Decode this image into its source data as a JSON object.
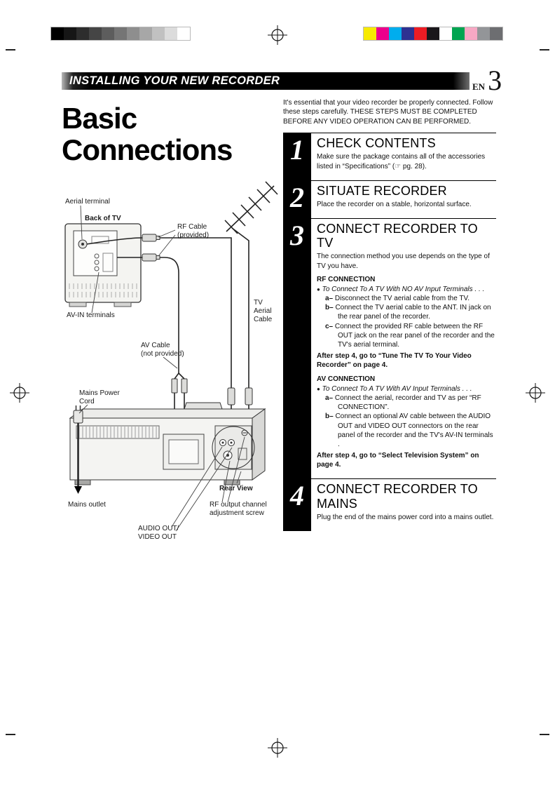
{
  "print_marks": {
    "grayscale": [
      "#000000",
      "#161616",
      "#2d2d2d",
      "#454545",
      "#5d5d5d",
      "#757575",
      "#8e8e8e",
      "#a7a7a7",
      "#c1c1c1",
      "#dcdcdc",
      "#ffffff"
    ],
    "color_bar": [
      "#f7ea00",
      "#ec008c",
      "#00adee",
      "#2e3192",
      "#ed1c24",
      "#1a171b",
      "#ffffff",
      "#00a551",
      "#f7a8c4",
      "#939598",
      "#6d6e71"
    ]
  },
  "header": {
    "title": "INSTALLING YOUR NEW RECORDER",
    "lang": "EN",
    "page": "3"
  },
  "doc": {
    "title_1": "Basic",
    "title_2": "Connections",
    "intro": "It's essential that your video recorder be properly connected. Follow these steps carefully. THESE STEPS MUST BE COMPLETED BEFORE ANY VIDEO OPERATION CAN BE PERFORMED."
  },
  "diagram": {
    "aerial_terminal": "Aerial terminal",
    "back_of_tv": "Back of TV",
    "rf_cable_1": "RF Cable",
    "rf_cable_2": "(provided)",
    "tv_aerial_1": "TV",
    "tv_aerial_2": "Aerial",
    "tv_aerial_3": "Cable",
    "av_in": "AV-IN terminals",
    "av_cable_1": "AV Cable",
    "av_cable_2": "(not provided)",
    "mains_power_1": "Mains Power",
    "mains_power_2": "Cord",
    "mains_outlet": "Mains outlet",
    "rear_view": "Rear View",
    "rf_screw_1": "RF output channel",
    "rf_screw_2": "adjustment screw",
    "audio_out_1": "AUDIO OUT/",
    "audio_out_2": "VIDEO OUT"
  },
  "ui": {
    "bullet": "●"
  },
  "steps": [
    {
      "num": "1",
      "heading": "CHECK CONTENTS",
      "body": "Make sure the package contains all of the accessories listed in “Specifications” (☞ pg. 28)."
    },
    {
      "num": "2",
      "heading": "SITUATE RECORDER",
      "body": "Place the recorder on a stable, horizontal surface."
    },
    {
      "num": "3",
      "heading": "CONNECT RECORDER TO TV",
      "body": "The connection method you use depends on the type of TV you have.",
      "rf_header": "RF CONNECTION",
      "rf_bullet": "To Connect To A TV With NO AV Input Terminals . . .",
      "rf_items": [
        {
          "p": "a–",
          "t": "Disconnect the TV aerial cable from the TV."
        },
        {
          "p": "b–",
          "t": "Connect the TV aerial cable to the ANT. IN jack on the rear panel of the recorder."
        },
        {
          "p": "c–",
          "t": "Connect the provided RF cable between the RF OUT jack on the rear panel of the recorder and the TV's aerial terminal."
        }
      ],
      "rf_after": "After step 4, go to “Tune The TV To Your Video Recorder” on page 4.",
      "av_header": "AV CONNECTION",
      "av_bullet": "To Connect To A TV With AV Input Terminals . . .",
      "av_items": [
        {
          "p": "a–",
          "t": "Connect the aerial, recorder and TV as per “RF CONNECTION”."
        },
        {
          "p": "b–",
          "t": "Connect an optional AV cable between the AUDIO OUT and VIDEO OUT connectors on the rear panel of the recorder and the TV's AV-IN terminals ."
        }
      ],
      "av_after": "After step 4, go to “Select Television System” on page 4."
    },
    {
      "num": "4",
      "heading": "CONNECT RECORDER TO MAINS",
      "body": "Plug the end of the mains power cord into a mains outlet."
    }
  ]
}
